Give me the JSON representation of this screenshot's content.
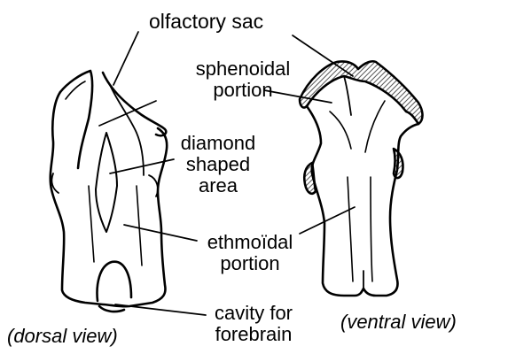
{
  "labels": {
    "olfactory_sac": "olfactory sac",
    "sphenoidal_line1": "sphenoidal",
    "sphenoidal_line2": "portion",
    "diamond_line1": "diamond",
    "diamond_line2": "shaped",
    "diamond_line3": "area",
    "ethmoidal_line1": "ethmoïdal",
    "ethmoidal_line2": "portion",
    "cavity_line1": "cavity for",
    "cavity_line2": "forebrain",
    "dorsal_view": "(dorsal view)",
    "ventral_view": "(ventral view)"
  },
  "colors": {
    "ink": "#000000",
    "background": "#ffffff",
    "hatch": "#6a6a6a"
  }
}
